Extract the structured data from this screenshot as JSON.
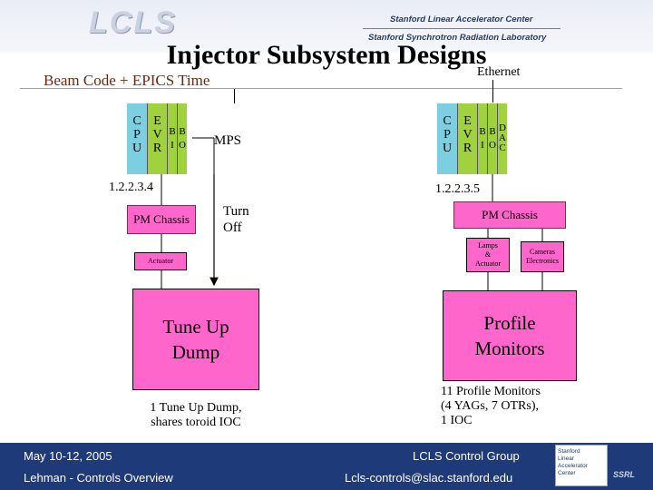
{
  "header": {
    "logo": "LCLS",
    "line1": "Stanford Linear Accelerator Center",
    "line2": "Stanford Synchrotron Radiation Laboratory"
  },
  "title": "Injector Subsystem Designs",
  "beam_code": "Beam Code + EPICS Time",
  "ethernet": "Ethernet",
  "left_ioc": {
    "slots": [
      {
        "lines": [
          "C",
          "P",
          "U"
        ]
      },
      {
        "lines": [
          "E",
          "V",
          "R"
        ]
      },
      {
        "lines": [
          "B",
          "I"
        ]
      },
      {
        "lines": [
          "B",
          "O"
        ]
      }
    ],
    "mps": "MPS",
    "address": "1.2.2.3.4",
    "pm_chassis": "PM Chassis",
    "turn_off": [
      "Turn",
      "Off"
    ],
    "actuator": "Actuator",
    "device": [
      "Tune Up",
      "Dump"
    ],
    "caption": [
      "1 Tune Up Dump,",
      "shares toroid IOC"
    ]
  },
  "right_ioc": {
    "slots": [
      {
        "lines": [
          "C",
          "P",
          "U"
        ]
      },
      {
        "lines": [
          "E",
          "V",
          "R"
        ]
      },
      {
        "lines": [
          "B",
          "I"
        ]
      },
      {
        "lines": [
          "B",
          "O"
        ]
      },
      {
        "lines": [
          "D",
          "A",
          "C"
        ]
      }
    ],
    "address": "1.2.2.3.5",
    "pm_chassis": "PM Chassis",
    "lamps": [
      "Lamps",
      "&",
      "Actuator"
    ],
    "cameras": [
      "Cameras",
      "Electronics"
    ],
    "device": [
      "Profile",
      "Monitors"
    ],
    "caption": [
      "11 Profile Monitors",
      "(4 YAGs, 7 OTRs),",
      "1 IOC"
    ]
  },
  "footer": {
    "date": "May 10-12, 2005",
    "author": "Lehman - Controls Overview",
    "group": "LCLS Control Group",
    "email": "Lcls-controls@slac.stanford.edu",
    "slac_logo": [
      "Stanford",
      "Linear",
      "Accelerator",
      "Center"
    ],
    "ssrl": "SSRL"
  },
  "colors": {
    "cpu_slot": "#7ccfe0",
    "io_slot": "#9fd23c",
    "device_box": "#ff66cc",
    "footer_bg": "#1f3a78",
    "beam_code_text": "#6b2a10",
    "ethernet_line": "#c8a24a"
  }
}
